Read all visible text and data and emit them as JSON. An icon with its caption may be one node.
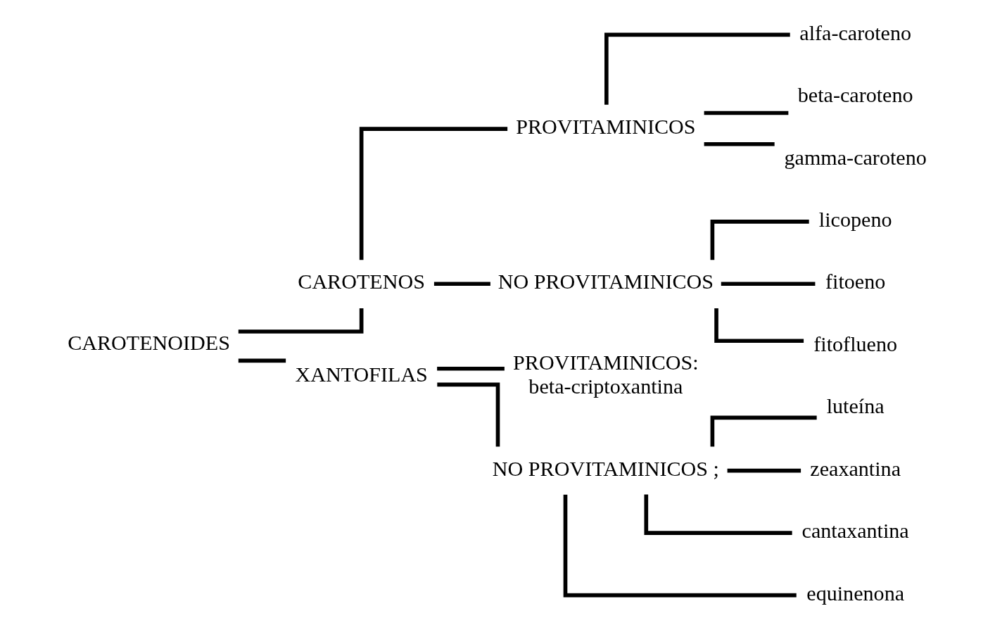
{
  "diagram": {
    "nodes": [
      {
        "text": [
          "CAROTENOIDES"
        ]
      },
      {
        "text": [
          "CAROTENOS"
        ]
      },
      {
        "text": [
          "XANTOFILAS"
        ]
      },
      {
        "text": [
          "PROVITAMINICOS"
        ]
      },
      {
        "text": [
          "NO PROVITAMINICOS"
        ]
      },
      {
        "text": [
          "alfa-caroteno"
        ]
      },
      {
        "text": [
          "beta-caroteno"
        ]
      },
      {
        "text": [
          "gamma-caroteno"
        ]
      },
      {
        "text": [
          "licopeno"
        ]
      },
      {
        "text": [
          "fitoeno"
        ]
      },
      {
        "text": [
          "fitoflueno"
        ]
      },
      {
        "text": [
          "PROVITAMINICOS:",
          "beta-criptoxantina"
        ]
      },
      {
        "text": [
          "NO PROVITAMINICOS ;"
        ]
      },
      {
        "text": [
          "luteína"
        ]
      },
      {
        "text": [
          "zeaxantina"
        ]
      },
      {
        "text": [
          "cantaxantina"
        ]
      },
      {
        "text": [
          "equinenona"
        ]
      }
    ],
    "edges": [
      {
        "from": 0,
        "to": 1,
        "arrow": "none"
      },
      {
        "from": 0,
        "to": 2,
        "arrow": "none"
      },
      {
        "from": 1,
        "to": 3,
        "arrow": "none"
      },
      {
        "from": 1,
        "to": 4,
        "arrow": "none"
      },
      {
        "from": 3,
        "to": 5,
        "arrow": "none"
      },
      {
        "from": 3,
        "to": 6,
        "arrow": "none"
      },
      {
        "from": 3,
        "to": 7,
        "arrow": "none"
      },
      {
        "from": 4,
        "to": 8,
        "arrow": "none"
      },
      {
        "from": 4,
        "to": 9,
        "arrow": "none"
      },
      {
        "from": 4,
        "to": 10,
        "arrow": "none"
      },
      {
        "from": 2,
        "to": 11,
        "arrow": "none"
      },
      {
        "from": 2,
        "to": 12,
        "arrow": "none"
      },
      {
        "from": 12,
        "to": 13,
        "arrow": "none"
      },
      {
        "from": 12,
        "to": 14,
        "arrow": "none"
      },
      {
        "from": 12,
        "to": 15,
        "arrow": "none"
      },
      {
        "from": 12,
        "to": 16,
        "arrow": "none"
      }
    ]
  }
}
